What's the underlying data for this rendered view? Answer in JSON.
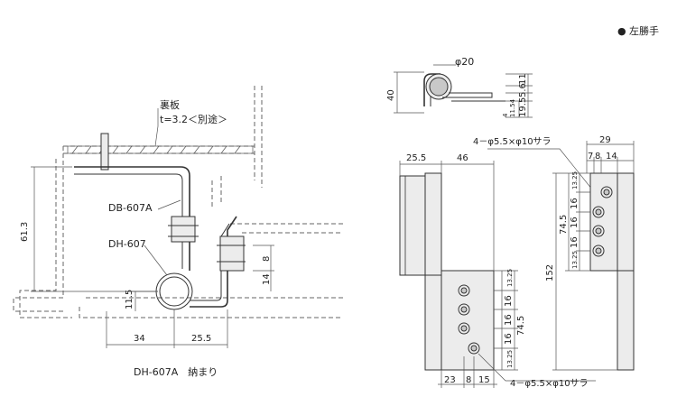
{
  "header": {
    "bullet": "●",
    "hand_label": "左勝手"
  },
  "section_view": {
    "back_plate_label": "裏板",
    "back_plate_note": "t=3.2＜別途＞",
    "part_a_label": "DB-607A",
    "part_b_label": "DH-607",
    "caption": "DH-607A　納まり",
    "dims": {
      "height_total": "61.3",
      "offset_8": "8",
      "offset_14": "14",
      "offset_11_5": "11.5",
      "width_34": "34",
      "width_25_5": "25.5"
    }
  },
  "top_view": {
    "diameter": "φ20",
    "dim_40": "40",
    "dim_11": "11",
    "dim_5_6": "5.6",
    "dim_19_5": "19.5",
    "dim_4": "4",
    "dim_11_54": "11.54"
  },
  "front_view": {
    "screw_top": "4－φ5.5×φ10サラ",
    "screw_bottom": "4－φ5.5×φ10サラ",
    "dim_25_5": "25.5",
    "dim_46": "46",
    "dim_152": "152",
    "dim_74_5_upper": "74.5",
    "dim_74_5_lower": "74.5",
    "dim_16": "16",
    "dim_13_25": "13.25",
    "dim_23": "23",
    "dim_8": "8",
    "dim_15": "15",
    "dim_29": "29",
    "dim_7": "7",
    "dim_8b": "8",
    "dim_14": "14"
  }
}
